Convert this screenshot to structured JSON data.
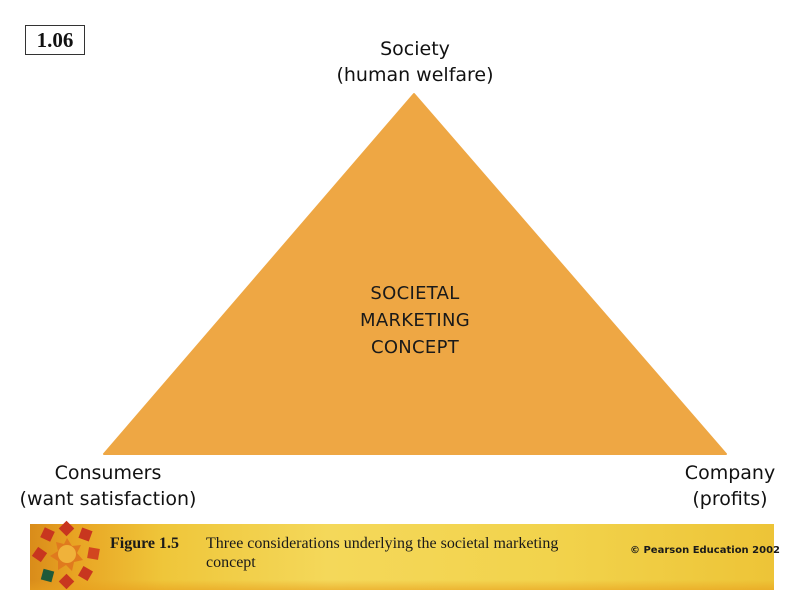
{
  "slide": {
    "number": "1.06"
  },
  "diagram": {
    "center_label_lines": [
      "SOCIETAL",
      "MARKETING",
      "CONCEPT"
    ],
    "triangle_color": "#eea744",
    "vertices": {
      "top": {
        "line1": "Society",
        "line2": "(human welfare)"
      },
      "left": {
        "line1": "Consumers",
        "line2": "(want satisfaction)"
      },
      "right": {
        "line1": "Company",
        "line2": "(profits)"
      }
    }
  },
  "footer": {
    "figure_label": "Figure 1.5",
    "figure_text": "Three considerations underlying the societal marketing concept",
    "copyright": "© Pearson Education 2002",
    "accent_colors": [
      "#c8361f",
      "#e07a1e",
      "#f4d85a",
      "#1f5a3a"
    ]
  }
}
